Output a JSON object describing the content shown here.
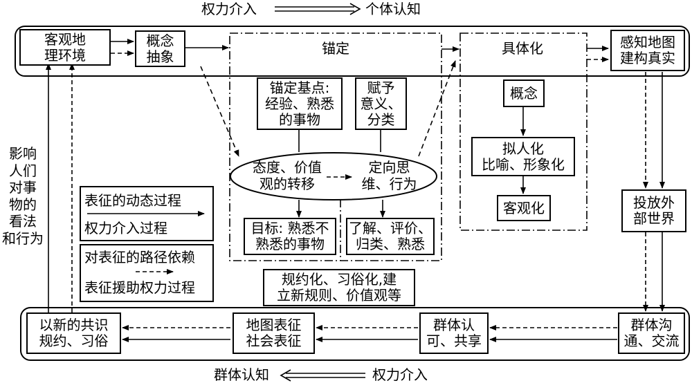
{
  "header": {
    "left": "权力介入",
    "right": "个体认知"
  },
  "footer": {
    "left": "群体认知",
    "right": "权力介入"
  },
  "top_row": {
    "env": [
      "客观地",
      "理环境"
    ],
    "concept_abstract": [
      "概念",
      "抽象"
    ],
    "anchor_title": "锚定",
    "concretize_title": "具体化",
    "perceive": [
      "感知地图",
      "建构真实"
    ]
  },
  "anchor": {
    "base": [
      "锚定基点:",
      "经验、熟悉",
      "的事物"
    ],
    "meaning": [
      "赋予",
      "意义、",
      "分类"
    ],
    "ellipse_left": [
      "态度、价值",
      "观的转移"
    ],
    "ellipse_right": [
      "定向思",
      "维、行为"
    ],
    "goal": [
      "目标: 熟悉不",
      "熟悉的事物"
    ],
    "understand": [
      "了解、评价、",
      "归类、熟悉"
    ],
    "rules": [
      "规约化、习俗化,建",
      "立新规则、价值观等"
    ]
  },
  "concretize": {
    "concept": "概念",
    "personify": [
      "拟人化",
      "比喻、形象化"
    ],
    "objectify": "客观化"
  },
  "right": {
    "project": [
      "投放外",
      "部世界"
    ]
  },
  "bottom_row": {
    "communicate": [
      "群体沟",
      "通、交流"
    ],
    "recognize": [
      "群体认",
      "可、共享"
    ],
    "representation": [
      "地图表征",
      "社会表征"
    ],
    "new_consensus": [
      "以新的共识",
      "规约、习俗"
    ]
  },
  "left_label": [
    "影响",
    "人们",
    "对事",
    "物的",
    "看法",
    "和行为"
  ],
  "legend": {
    "solid_1": "表征的动态过程",
    "solid_2": "权力介入过程",
    "dashed_1": "对表征的路径依赖",
    "dashed_2": "表征援助权力过程"
  }
}
